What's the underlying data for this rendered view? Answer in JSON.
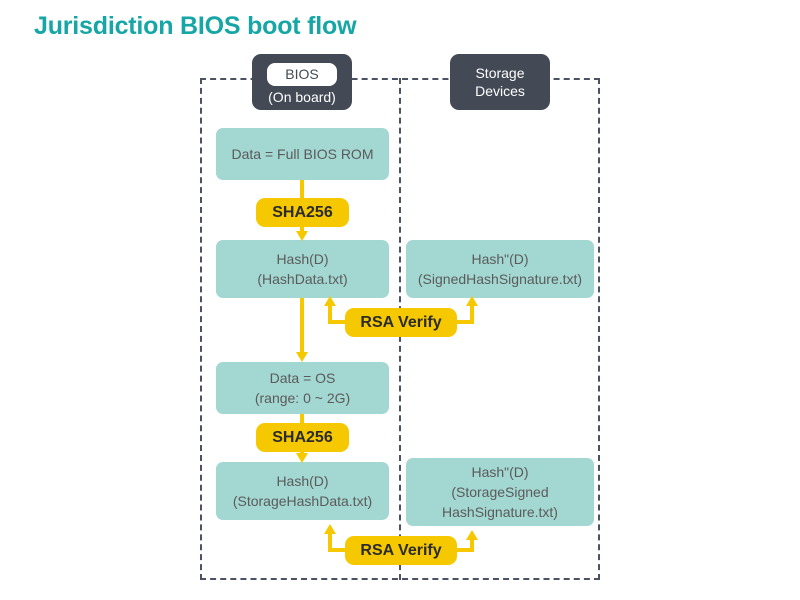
{
  "slide": {
    "title": "Jurisdiction BIOS boot flow",
    "title_color": "#17a6a6",
    "background_color": "#ffffff"
  },
  "palette": {
    "teal_box": "#a3d7d1",
    "yellow_pill": "#f5c800",
    "dark_header": "#434a56",
    "box_text": "#5b5b5b",
    "dashed_border": "#4b5263"
  },
  "columns": [
    {
      "id": "bios",
      "header_title": "BIOS",
      "header_subtitle": "(On board)"
    },
    {
      "id": "storage",
      "header_line1": "Storage",
      "header_line2": "Devices"
    }
  ],
  "nodes": {
    "full_bios_rom": {
      "line1": "Data = Full BIOS ROM"
    },
    "bios_hash": {
      "line1": "Hash(D)",
      "line2": "(HashData.txt)"
    },
    "bios_signed_hash": {
      "line1": "Hash\"(D)",
      "line2": "(SignedHashSignature.txt)"
    },
    "os_data": {
      "line1": "Data = OS",
      "line2": "(range: 0 ~ 2G)"
    },
    "storage_hash": {
      "line1": "Hash(D)",
      "line2": "(StorageHashData.txt)"
    },
    "storage_signed_hash": {
      "line1": "Hash\"(D)",
      "line2": "(StorageSigned",
      "line3": "HashSignature.txt)"
    }
  },
  "operations": {
    "sha256_top": "SHA256",
    "sha256_bottom": "SHA256",
    "rsa_verify_top": "RSA Verify",
    "rsa_verify_bottom": "RSA Verify"
  }
}
